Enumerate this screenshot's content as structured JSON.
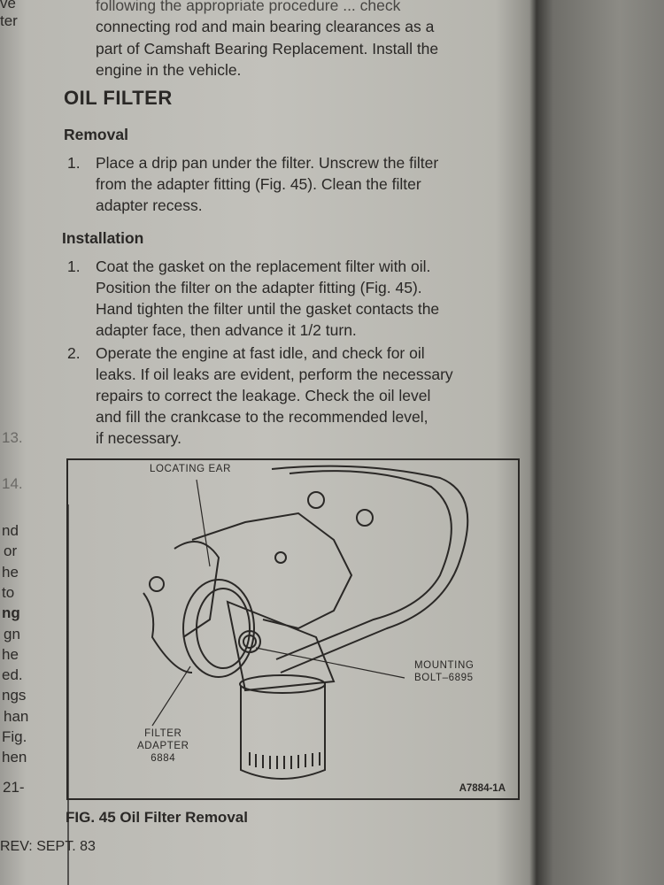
{
  "left_page_fragments": {
    "top": [
      "ve",
      "ter"
    ],
    "numbers": [
      "13.",
      "14."
    ],
    "lines": [
      "nd",
      "or",
      "he",
      "to",
      "ng",
      "gn",
      "he",
      "ed.",
      "ngs",
      "han",
      "Fig.",
      "hen"
    ],
    "page_num": "21-",
    "footer": "REV: SEPT. 83"
  },
  "intro": [
    "following the appropriate procedure ... check",
    "connecting rod and main bearing clearances as a",
    "part of Camshaft Bearing Replacement. Install the",
    "engine in the vehicle."
  ],
  "section_title": "OIL FILTER",
  "removal": {
    "heading": "Removal",
    "steps": [
      {
        "num": "1.",
        "lines": [
          "Place a drip pan under the filter. Unscrew the filter",
          "from the adapter fitting (Fig. 45). Clean the filter",
          "adapter recess."
        ]
      }
    ]
  },
  "installation": {
    "heading": "Installation",
    "steps": [
      {
        "num": "1.",
        "lines": [
          "Coat the gasket on the replacement filter with oil.",
          "Position the filter on the adapter fitting (Fig. 45).",
          "Hand tighten the filter until the gasket contacts the",
          "adapter face, then advance it 1/2 turn."
        ]
      },
      {
        "num": "2.",
        "lines": [
          "Operate the engine at fast idle, and check for oil",
          "leaks. If oil leaks are evident, perform the necessary",
          "repairs to correct the leakage. Check the oil level",
          "and fill the crankcase to the recommended level,",
          "if necessary."
        ]
      }
    ]
  },
  "figure": {
    "labels": {
      "locating_ear": "LOCATING EAR",
      "mounting_bolt": [
        "MOUNTING",
        "BOLT–6895"
      ],
      "filter_adapter": [
        "FILTER",
        "ADAPTER",
        "6884"
      ],
      "code": "A7884-1A"
    },
    "caption": "FIG. 45 Oil Filter Removal"
  }
}
